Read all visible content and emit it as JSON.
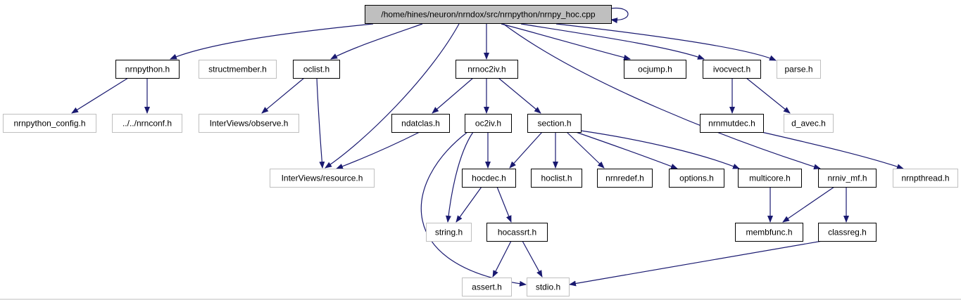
{
  "colors": {
    "edge": "#191970",
    "node_border": "#000000",
    "external_border": "#bfbfbf",
    "root_fill": "#bfbfbf",
    "node_fill": "#ffffff",
    "text": "#000000"
  },
  "nodes": [
    {
      "id": "root",
      "label": "/home/hines/neuron/nrndox/src/nrnpython/nrnpy_hoc.cpp",
      "kind": "root"
    },
    {
      "id": "nrnpython_h",
      "label": "nrnpython.h",
      "kind": "file"
    },
    {
      "id": "structmember_h",
      "label": "structmember.h",
      "kind": "external"
    },
    {
      "id": "oclist_h",
      "label": "oclist.h",
      "kind": "file"
    },
    {
      "id": "nrnoc2iv_h",
      "label": "nrnoc2iv.h",
      "kind": "file"
    },
    {
      "id": "ocjump_h",
      "label": "ocjump.h",
      "kind": "file"
    },
    {
      "id": "ivocvect_h",
      "label": "ivocvect.h",
      "kind": "file"
    },
    {
      "id": "parse_h",
      "label": "parse.h",
      "kind": "external"
    },
    {
      "id": "nrnpython_config_h",
      "label": "nrnpython_config.h",
      "kind": "external"
    },
    {
      "id": "nrnconf_h",
      "label": "../../nrnconf.h",
      "kind": "external"
    },
    {
      "id": "observe_h",
      "label": "InterViews/observe.h",
      "kind": "external"
    },
    {
      "id": "ndatclas_h",
      "label": "ndatclas.h",
      "kind": "file"
    },
    {
      "id": "oc2iv_h",
      "label": "oc2iv.h",
      "kind": "file"
    },
    {
      "id": "section_h",
      "label": "section.h",
      "kind": "file"
    },
    {
      "id": "nrnmutdec_h",
      "label": "nrnmutdec.h",
      "kind": "file"
    },
    {
      "id": "d_avec_h",
      "label": "d_avec.h",
      "kind": "external"
    },
    {
      "id": "resource_h",
      "label": "InterViews/resource.h",
      "kind": "external"
    },
    {
      "id": "hocdec_h",
      "label": "hocdec.h",
      "kind": "file"
    },
    {
      "id": "hoclist_h",
      "label": "hoclist.h",
      "kind": "file"
    },
    {
      "id": "nrnredef_h",
      "label": "nrnredef.h",
      "kind": "file"
    },
    {
      "id": "options_h",
      "label": "options.h",
      "kind": "file"
    },
    {
      "id": "multicore_h",
      "label": "multicore.h",
      "kind": "file"
    },
    {
      "id": "nrniv_mf_h",
      "label": "nrniv_mf.h",
      "kind": "file"
    },
    {
      "id": "nrnpthread_h",
      "label": "nrnpthread.h",
      "kind": "external"
    },
    {
      "id": "string_h",
      "label": "string.h",
      "kind": "external"
    },
    {
      "id": "hocassrt_h",
      "label": "hocassrt.h",
      "kind": "file"
    },
    {
      "id": "membfunc_h",
      "label": "membfunc.h",
      "kind": "file"
    },
    {
      "id": "classreg_h",
      "label": "classreg.h",
      "kind": "file"
    },
    {
      "id": "assert_h",
      "label": "assert.h",
      "kind": "external"
    },
    {
      "id": "stdio_h",
      "label": "stdio.h",
      "kind": "external"
    }
  ],
  "edges": [
    {
      "from": "root",
      "to": "root"
    },
    {
      "from": "root",
      "to": "nrnpython_h"
    },
    {
      "from": "root",
      "to": "oclist_h"
    },
    {
      "from": "root",
      "to": "resource_h"
    },
    {
      "from": "root",
      "to": "nrnoc2iv_h"
    },
    {
      "from": "root",
      "to": "ocjump_h"
    },
    {
      "from": "root",
      "to": "ivocvect_h"
    },
    {
      "from": "root",
      "to": "parse_h"
    },
    {
      "from": "root",
      "to": "nrniv_mf_h"
    },
    {
      "from": "nrnpython_h",
      "to": "nrnpython_config_h"
    },
    {
      "from": "nrnpython_h",
      "to": "nrnconf_h"
    },
    {
      "from": "oclist_h",
      "to": "observe_h"
    },
    {
      "from": "oclist_h",
      "to": "resource_h"
    },
    {
      "from": "nrnoc2iv_h",
      "to": "ndatclas_h"
    },
    {
      "from": "nrnoc2iv_h",
      "to": "oc2iv_h"
    },
    {
      "from": "nrnoc2iv_h",
      "to": "section_h"
    },
    {
      "from": "ndatclas_h",
      "to": "resource_h"
    },
    {
      "from": "oc2iv_h",
      "to": "hocdec_h"
    },
    {
      "from": "oc2iv_h",
      "to": "string_h"
    },
    {
      "from": "oc2iv_h",
      "to": "stdio_h"
    },
    {
      "from": "section_h",
      "to": "hocdec_h"
    },
    {
      "from": "section_h",
      "to": "hoclist_h"
    },
    {
      "from": "section_h",
      "to": "nrnredef_h"
    },
    {
      "from": "section_h",
      "to": "options_h"
    },
    {
      "from": "section_h",
      "to": "multicore_h"
    },
    {
      "from": "hocdec_h",
      "to": "string_h"
    },
    {
      "from": "hocdec_h",
      "to": "hocassrt_h"
    },
    {
      "from": "hocassrt_h",
      "to": "assert_h"
    },
    {
      "from": "hocassrt_h",
      "to": "stdio_h"
    },
    {
      "from": "ivocvect_h",
      "to": "nrnmutdec_h"
    },
    {
      "from": "ivocvect_h",
      "to": "d_avec_h"
    },
    {
      "from": "nrnmutdec_h",
      "to": "nrnpthread_h"
    },
    {
      "from": "multicore_h",
      "to": "membfunc_h"
    },
    {
      "from": "nrniv_mf_h",
      "to": "membfunc_h"
    },
    {
      "from": "nrniv_mf_h",
      "to": "classreg_h"
    },
    {
      "from": "classreg_h",
      "to": "stdio_h"
    }
  ]
}
